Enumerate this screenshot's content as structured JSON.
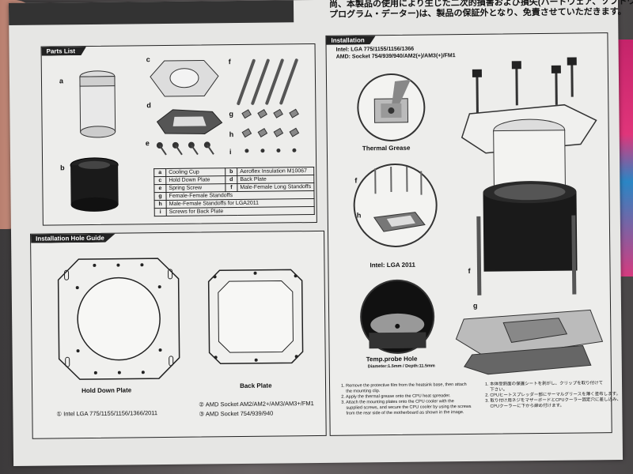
{
  "japanese_lines": [
    "尚、本製品の使用により生じた二次的損害および損失(ハードウェア、ソフトウェア、",
    "プログラム・データー)は、製品の保証外となり、免責させていただきます。"
  ],
  "parts_list": {
    "title": "Parts List",
    "part_letters": [
      "a",
      "b",
      "c",
      "d",
      "e",
      "f",
      "g",
      "h",
      "i"
    ],
    "table": [
      {
        "k1": "a",
        "v1": "Cooling Cup",
        "k2": "b",
        "v2": "Aeroflex Insulation M10067"
      },
      {
        "k1": "c",
        "v1": "Hold Down Plate",
        "k2": "d",
        "v2": "Back Plate"
      },
      {
        "k1": "e",
        "v1": "Spring Screw",
        "k2": "f",
        "v2": "Male-Female Long Standoffs"
      },
      {
        "k1": "g",
        "v1": "Female-Female Standoffs"
      },
      {
        "k1": "h",
        "v1": "Male-Female  Standoffs for LGA2011"
      },
      {
        "k1": "i",
        "v1": "Screws for Back Plate"
      }
    ]
  },
  "hole_guide": {
    "title": "Installation Hole Guide",
    "hold_down_label": "Hold Down Plate",
    "back_plate_label": "Back Plate",
    "legend_1": "① Intel LGA 775/1155/1156/1366/2011",
    "legend_2": "② AMD Socket AM2/AM2+/AM3/AM3+/FM1",
    "legend_3": "③ AMD Socket 754/939/940"
  },
  "installation": {
    "title": "Installation",
    "intel_line": "Intel: LGA 775/1155/1156/1366",
    "amd_line": "AMD: Socket 754/939/940/AM2(+)/AM3(+)/FM1",
    "thermal_grease": "Thermal Grease",
    "intel_2011": "Intel: LGA 2011",
    "temp_probe": "Temp.probe Hole",
    "temp_probe_dims": "Diameter:1.5mm / Depth:11.5mm",
    "label_f": "f",
    "label_h": "h",
    "label_g": "g",
    "instructions_en": [
      "1. Remove the protective film from the heatsink base, then attach",
      "    the mounting clip.",
      "2. Apply the thermal grease onto the CPU heat spreader.",
      "3. Attach the mounting plates onto the CPU cooler with the",
      "    supplied screws, and secure the CPU cooler by using the screws",
      "    from the rear side of the motherboard as shown in the image."
    ],
    "instructions_jp": [
      "1. 本体受熱面の保護シートを剥がし、クリップを取り付けて",
      "    下さい。",
      "2. CPUヒートスプレッダー部にサーマルグリースを薄く塗布します。",
      "3. 取り付け用ネジをマザーボードとCPUクーラー固定穴に差し込み、",
      "    CPUクーラーに下から締め付けます。"
    ]
  }
}
